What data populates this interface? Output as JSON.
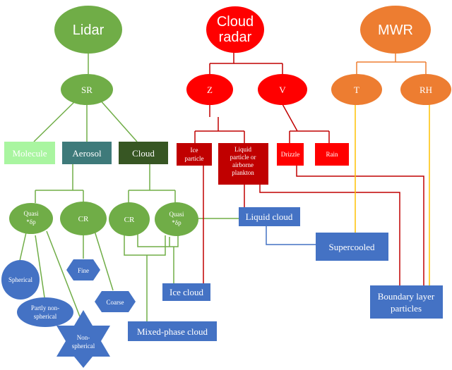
{
  "nodes": {
    "lidar": "Lidar",
    "cloud_radar_line1": "Cloud",
    "cloud_radar_line2": "radar",
    "mwr": "MWR",
    "sr": "SR",
    "z": "Z",
    "v": "V",
    "t": "T",
    "rh": "RH",
    "molecule": "Molecule",
    "aerosol": "Aerosol",
    "cloud": "Cloud",
    "ice_particle_line1": "Ice",
    "ice_particle_line2": "particle",
    "liquid_line1": "Liquid",
    "liquid_line2": "particle or",
    "liquid_line3": "airborne",
    "liquid_line4": "plankton",
    "drizzle": "Drizzle",
    "rain": "Rain",
    "aerosol_quasi_line1": "Quasi",
    "aerosol_quasi_line2": "*δp",
    "aerosol_cr": "CR",
    "cloud_cr": "CR",
    "cloud_quasi_line1": "Quasi",
    "cloud_quasi_line2": "*δp",
    "liquid_cloud": "Liquid cloud",
    "supercooled": "Supercooled",
    "spherical": "Spherical",
    "fine": "Fine",
    "partly_line1": "Partly non-",
    "partly_line2": "spherical",
    "coarse": "Coarse",
    "ice_cloud": "Ice cloud",
    "nonspherical_line1": "Non-",
    "nonspherical_line2": "spherical",
    "mixed_phase": "Mixed-phase cloud",
    "boundary_line1": "Boundary layer",
    "boundary_line2": "particles"
  },
  "colors": {
    "lidar_green": "#70ad47",
    "radar_red": "#ff0000",
    "radar_dark_red": "#c00000",
    "mwr_orange": "#ed7d31",
    "result_blue": "#4472c4",
    "molecule_green": "#a9f5a0",
    "aerosol_teal": "#3e7a7a",
    "cloud_dark_green": "#375623",
    "orange_line": "#ffc000"
  }
}
